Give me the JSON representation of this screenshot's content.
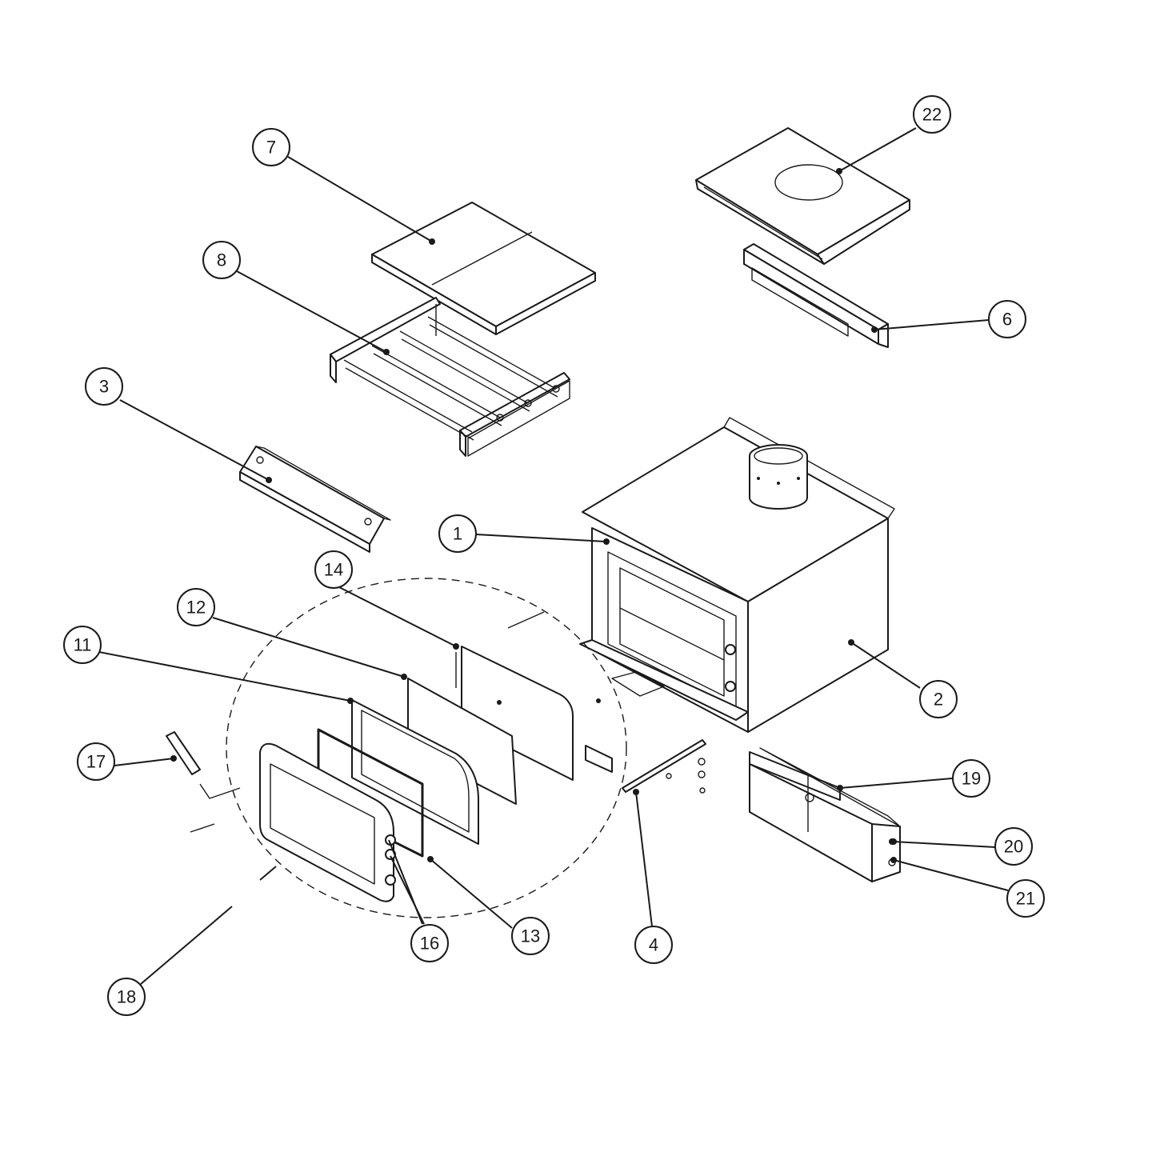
{
  "diagram": {
    "callouts": [
      {
        "id": "1",
        "label": "1"
      },
      {
        "id": "2",
        "label": "2"
      },
      {
        "id": "3",
        "label": "3"
      },
      {
        "id": "4",
        "label": "4"
      },
      {
        "id": "6",
        "label": "6"
      },
      {
        "id": "7",
        "label": "7"
      },
      {
        "id": "8",
        "label": "8"
      },
      {
        "id": "11",
        "label": "11"
      },
      {
        "id": "12",
        "label": "12"
      },
      {
        "id": "13",
        "label": "13"
      },
      {
        "id": "14",
        "label": "14"
      },
      {
        "id": "16",
        "label": "16"
      },
      {
        "id": "17",
        "label": "17"
      },
      {
        "id": "18",
        "label": "18"
      },
      {
        "id": "19",
        "label": "19"
      },
      {
        "id": "20",
        "label": "20"
      },
      {
        "id": "21",
        "label": "21"
      },
      {
        "id": "22",
        "label": "22"
      }
    ]
  }
}
